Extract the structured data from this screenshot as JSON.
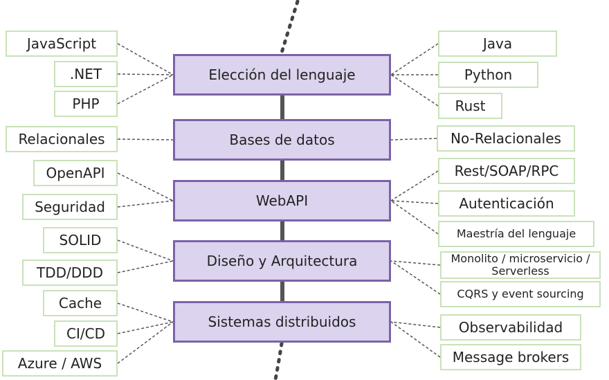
{
  "colors": {
    "main_fill": "#dcd3ee",
    "main_border": "#7b62a8",
    "leaf_border": "#c8e2b8",
    "connector": "#555555",
    "spine": "#444444"
  },
  "stages": [
    {
      "label": "Elección del lenguaje",
      "left": [
        "JavaScript",
        ".NET",
        "PHP"
      ],
      "right": [
        "Java",
        "Python",
        "Rust"
      ]
    },
    {
      "label": "Bases de datos",
      "left": [
        "Relacionales"
      ],
      "right": [
        "No-Relacionales"
      ]
    },
    {
      "label": "WebAPI",
      "left": [
        "OpenAPI",
        "Seguridad"
      ],
      "right": [
        "Rest/SOAP/RPC",
        "Autenticación",
        "Maestría del lenguaje"
      ]
    },
    {
      "label": "Diseño y Arquitectura",
      "left": [
        "SOLID",
        "TDD/DDD"
      ],
      "right": [
        "Monolito / microservicio / Serverless",
        "CQRS y event sourcing"
      ]
    },
    {
      "label": "Sistemas distribuidos",
      "left": [
        "Cache",
        "CI/CD",
        "Azure / AWS"
      ],
      "right": [
        "Observabilidad",
        "Message brokers"
      ]
    }
  ]
}
